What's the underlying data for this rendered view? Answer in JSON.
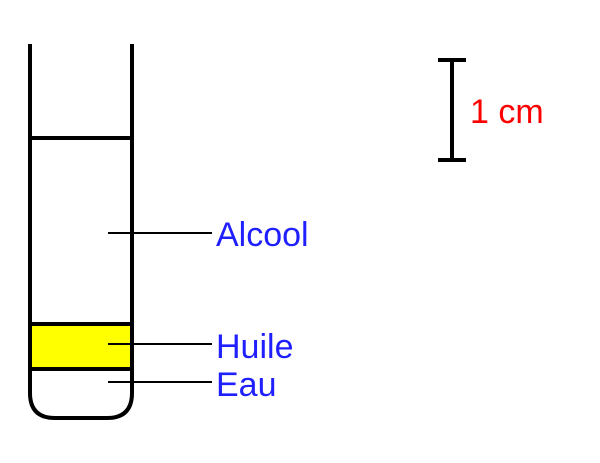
{
  "labels": {
    "alcool": "Alcool",
    "huile": "Huile",
    "eau": "Eau"
  },
  "scale": {
    "text": "1 cm"
  },
  "colors": {
    "outline": "#000000",
    "label_text": "#1f1fff",
    "scale_text": "#ff0000",
    "oil_fill": "#ffff00",
    "background": "#ffffff"
  }
}
